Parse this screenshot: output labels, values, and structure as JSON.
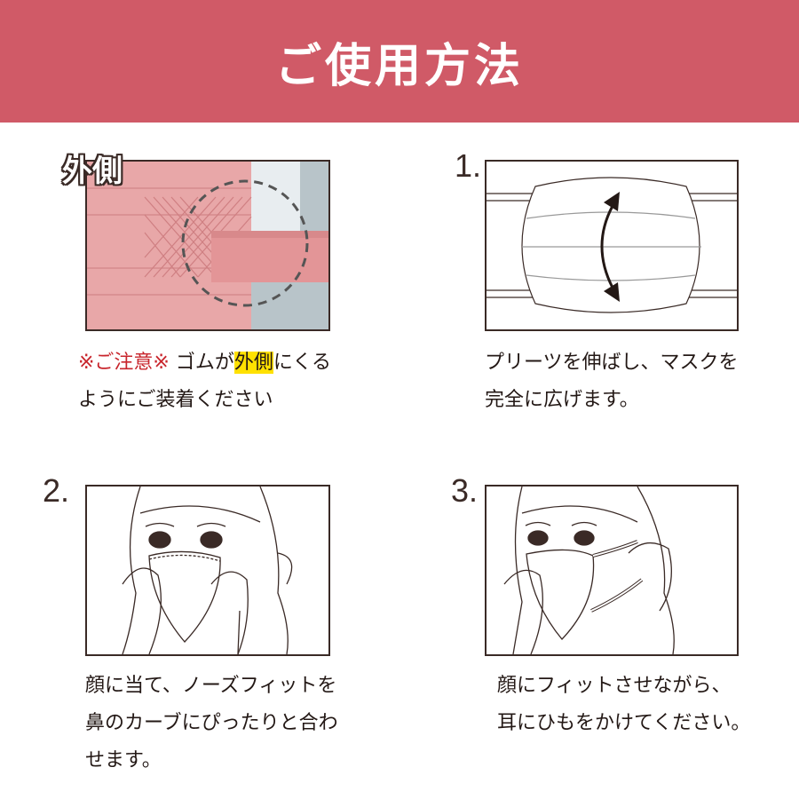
{
  "colors": {
    "accent": "#d05a67",
    "warn": "#c8252c",
    "highlight": "#ffe100",
    "mask": "#e8a7a8"
  },
  "header": {
    "title": "ご使用方法"
  },
  "note": {
    "tag": "外側",
    "warning": "※ご注意※",
    "line1_before": " ゴムが",
    "line1_highlight": "外側",
    "line1_after": "にくる",
    "line2": "ようにご装着ください"
  },
  "steps": [
    {
      "num": "1.",
      "lines": [
        "プリーツを伸ばし、マスクを",
        "完全に広げます。"
      ]
    },
    {
      "num": "2.",
      "lines": [
        "顔に当て、ノーズフィットを",
        "鼻のカーブにぴったりと合わ",
        "せます。"
      ]
    },
    {
      "num": "3.",
      "lines": [
        "顔にフィットさせながら、",
        "耳にひもをかけてください。"
      ]
    }
  ]
}
